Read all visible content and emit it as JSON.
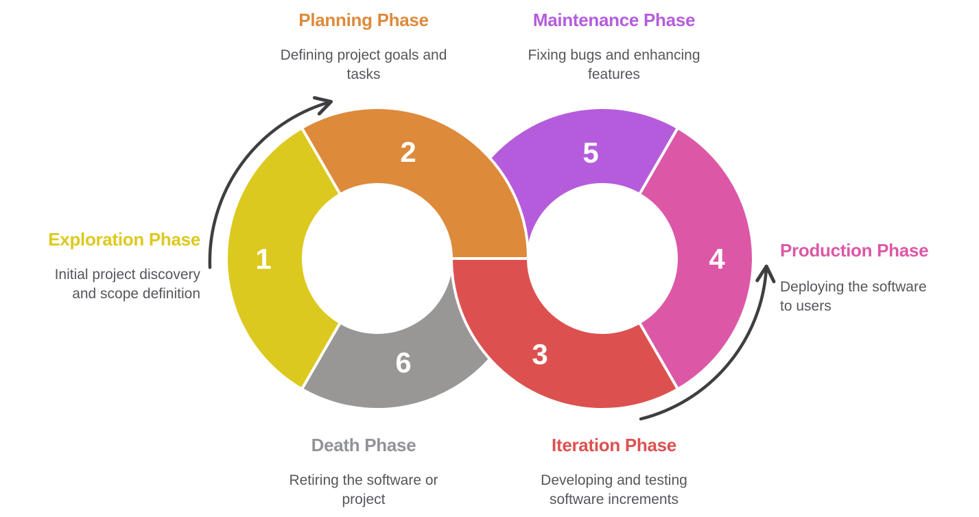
{
  "diagram": {
    "background_color": "#FFFFFF",
    "ring_border_color": "#FFFFFF",
    "number_color": "#FFFFFF",
    "arrow_color": "#3E3F41",
    "description_color": "#54565A",
    "phases": [
      {
        "number": "1",
        "name": "Exploration Phase",
        "description": "Initial project discovery and scope definition",
        "color": "#DCC91F"
      },
      {
        "number": "2",
        "name": "Planning Phase",
        "description": "Defining project goals and tasks",
        "color": "#DD8A3B"
      },
      {
        "number": "3",
        "name": "Iteration Phase",
        "description": "Developing and testing software increments",
        "color": "#DC5150"
      },
      {
        "number": "4",
        "name": "Production Phase",
        "description": "Deploying the software to users",
        "color": "#DC58A6"
      },
      {
        "number": "5",
        "name": "Maintenance Phase",
        "description": "Fixing bugs and enhancing features",
        "color": "#B55CDC"
      },
      {
        "number": "6",
        "name": "Death Phase",
        "description": "Retiring the software or project",
        "color": "#999795",
        "title_color": "#919396"
      }
    ]
  }
}
